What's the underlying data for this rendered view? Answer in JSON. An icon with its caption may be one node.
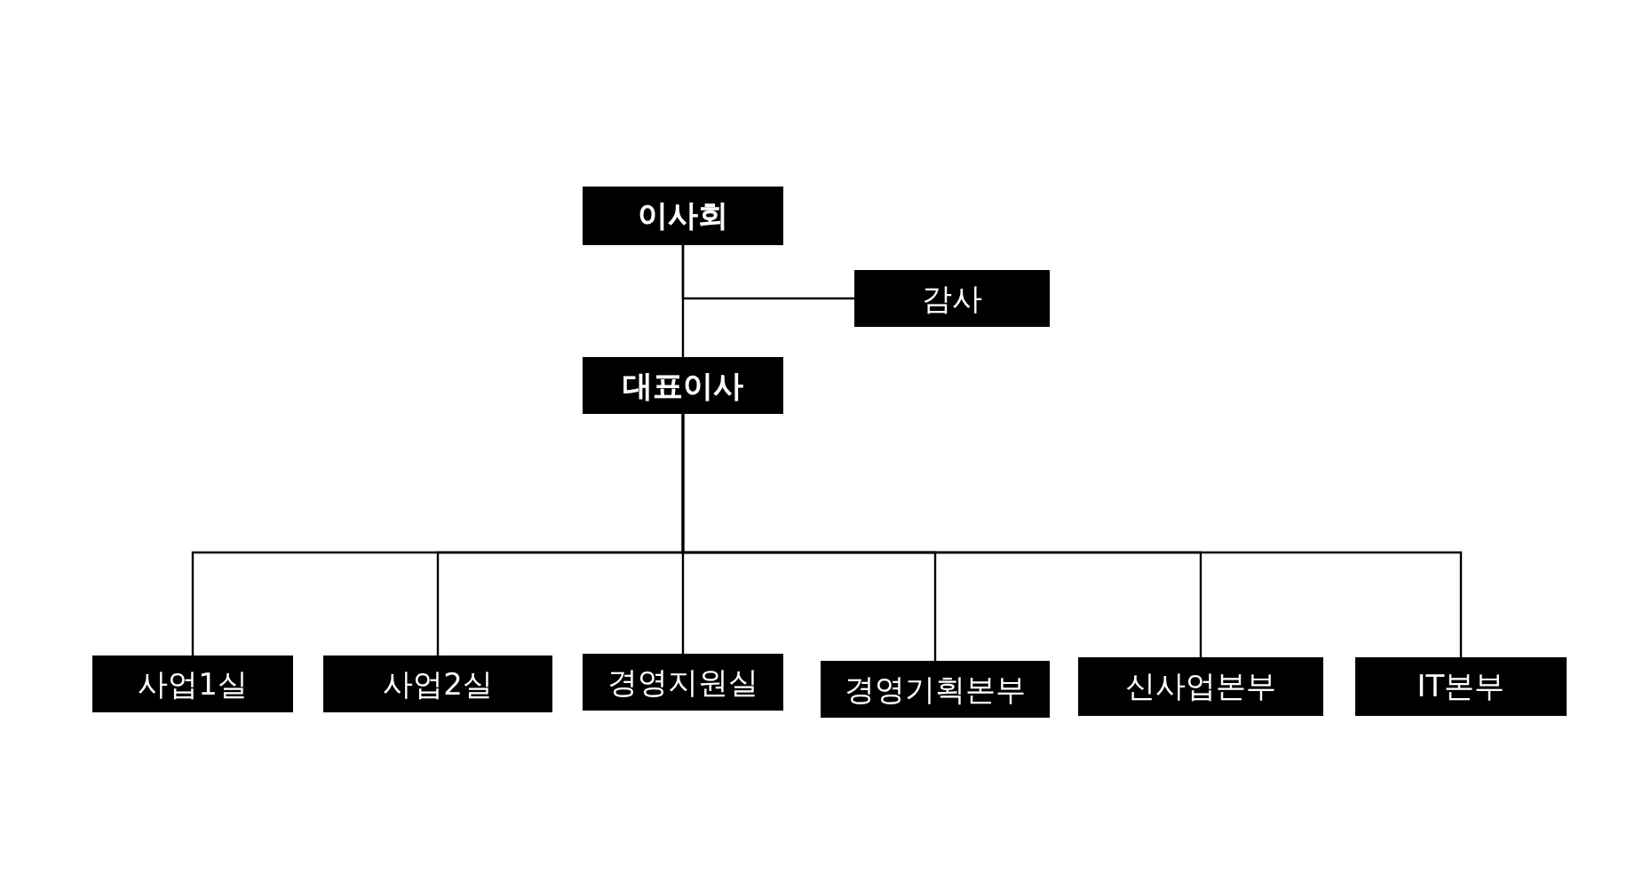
{
  "diagram": {
    "nodes": [
      {
        "text": [
          "이사회"
        ]
      },
      {
        "text": [
          "감사"
        ]
      },
      {
        "text": [
          "대표이사"
        ]
      },
      {
        "text": [
          "사업1실"
        ]
      },
      {
        "text": [
          "사업2실"
        ]
      },
      {
        "text": [
          "경영지원실"
        ]
      },
      {
        "text": [
          "경영기획본부"
        ]
      },
      {
        "text": [
          "신사업본부"
        ]
      },
      {
        "text": [
          "IT본부"
        ]
      }
    ],
    "edges": [
      {
        "from": 0,
        "to": 2,
        "arrow": "none"
      },
      {
        "from": 0,
        "to": 1,
        "arrow": "none"
      },
      {
        "from": 2,
        "to": 3,
        "arrow": "none"
      },
      {
        "from": 2,
        "to": 4,
        "arrow": "none"
      },
      {
        "from": 2,
        "to": 5,
        "arrow": "none"
      },
      {
        "from": 2,
        "to": 6,
        "arrow": "none"
      },
      {
        "from": 2,
        "to": 7,
        "arrow": "none"
      },
      {
        "from": 2,
        "to": 8,
        "arrow": "none"
      }
    ]
  }
}
